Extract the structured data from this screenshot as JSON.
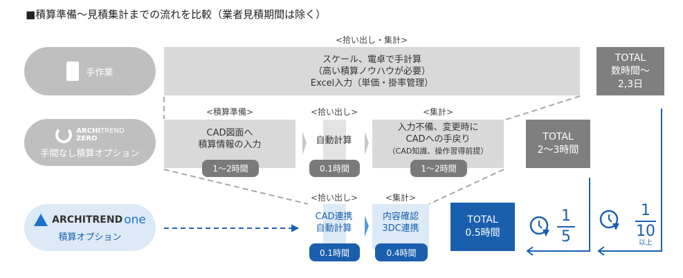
{
  "title": "■積算準備〜見積集計までの流れを比較（業者見積期間は除く）",
  "manual": {
    "name": "手作業",
    "phase": "<拾い出し・集計>",
    "lines": [
      "スケール、電卓で手計算",
      "（高い積算ノウハウが必要）",
      "Excel入力（単価・掛率管理）"
    ],
    "total": [
      "TOTAL",
      "数時間〜",
      "2,3日"
    ]
  },
  "zero": {
    "logo_a": "ARCHI",
    "logo_b": "TREND",
    "logo_c": "ZERO",
    "name": "手間なし積算オプション",
    "steps": [
      {
        "phase": "<積算準備>",
        "lines": [
          "CAD図面へ",
          "積算情報の入力"
        ],
        "time": "1〜2時間"
      },
      {
        "phase": "<拾い出し>",
        "lines": [
          "自動計算"
        ],
        "time": "0.1時間"
      },
      {
        "phase": "<集計>",
        "lines": [
          "入力不備、変更時に",
          "CADへの手戻り",
          "（CAD知識、操作習得前提）"
        ],
        "time": "1〜2時間"
      }
    ],
    "total": [
      "TOTAL",
      "2〜3時間"
    ]
  },
  "one": {
    "logo_a": "ARCHITREND",
    "logo_b": "one",
    "name": "積算オプション",
    "steps": [
      {
        "phase": "<拾い出し>",
        "lines": [
          "CAD連携",
          "自動計算"
        ],
        "time": "0.1時間"
      },
      {
        "phase": "<集計>",
        "lines": [
          "内容確認",
          "3DC連携"
        ],
        "time": "0.4時間"
      }
    ],
    "total": [
      "TOTAL",
      "0.5時間"
    ]
  },
  "reduce1": {
    "num": "1",
    "den": "5"
  },
  "reduce2": {
    "num": "1",
    "den": "10",
    "note": "以上"
  },
  "colors": {
    "gray_pill": "#bfbfbf",
    "gray_box": "#d9d9d9",
    "dark_gray": "#7f7f7f",
    "blue": "#1a5fae",
    "light_blue": "#dce9f6"
  }
}
